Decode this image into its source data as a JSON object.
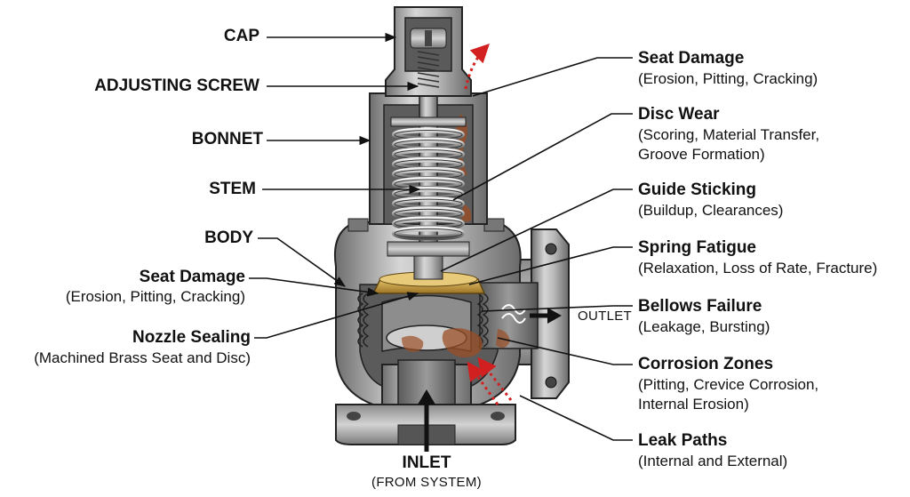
{
  "left_labels": {
    "cap": "CAP",
    "adjusting_screw": "ADJUSTING SCREW",
    "bonnet": "BONNET",
    "stem": "STEM",
    "body": "BODY",
    "seat_damage_title": "Seat Damage",
    "seat_damage_sub": "(Erosion, Pitting, Cracking)",
    "nozzle_title": "Nozzle Sealing",
    "nozzle_sub": "(Machined Brass Seat and Disc)"
  },
  "right_labels": [
    {
      "title": "Seat Damage",
      "lines": [
        "(Erosion, Pitting, Cracking)"
      ]
    },
    {
      "title": "Disc Wear",
      "lines": [
        "(Scoring, Material Transfer,",
        "Groove Formation)"
      ]
    },
    {
      "title": "Guide Sticking",
      "lines": [
        "(Buildup, Clearances)"
      ]
    },
    {
      "title": "Spring Fatigue",
      "lines": [
        "(Relaxation, Loss of Rate, Fracture)"
      ]
    },
    {
      "title": "Bellows Failure",
      "lines": [
        "(Leakage, Bursting)"
      ]
    },
    {
      "title": "Corrosion Zones",
      "lines": [
        "(Pitting, Crevice Corrosion,",
        "Internal Erosion)"
      ]
    },
    {
      "title": "Leak Paths",
      "lines": [
        "(Internal and External)"
      ]
    }
  ],
  "flow": {
    "outlet": "OUTLET",
    "inlet": "INLET",
    "inlet_sub": "(FROM SYSTEM)"
  },
  "colors": {
    "metal_dark": "#6f6f6f",
    "metal_light": "#c9c9c9",
    "brass": "#c9a24a",
    "rust": "#9a4e25",
    "leak_arrow": "#d21f1f"
  }
}
